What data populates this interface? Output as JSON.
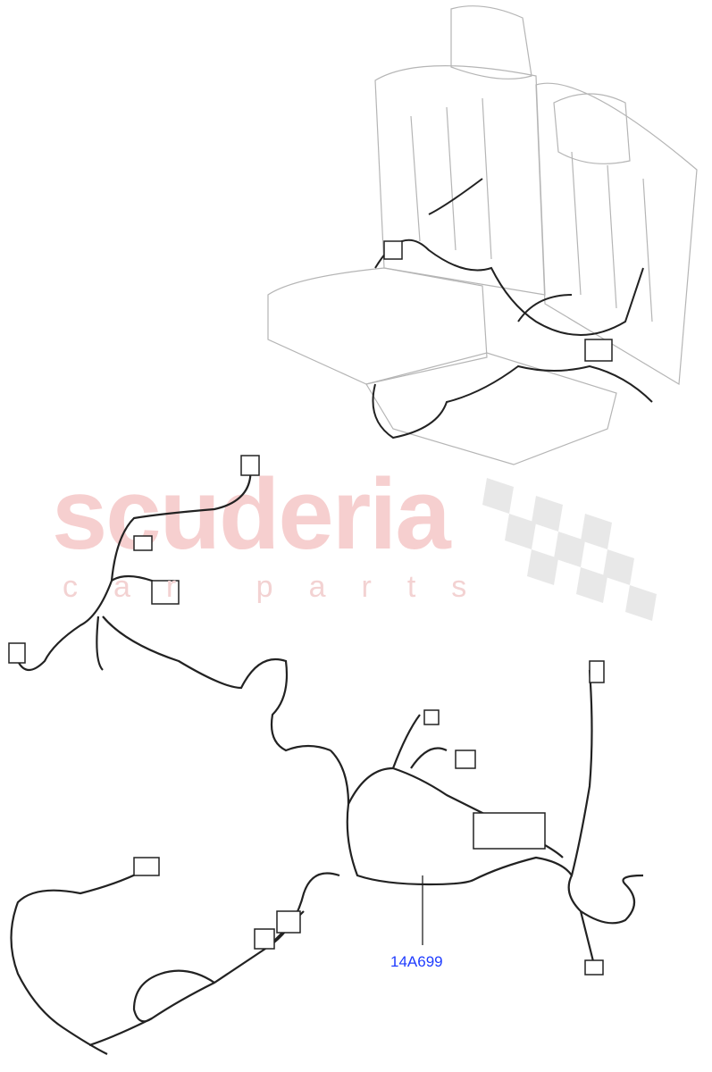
{
  "watermark": {
    "brand": "scuderia",
    "tagline": "car parts"
  },
  "callouts": [
    {
      "part_number": "14A699"
    }
  ],
  "colors": {
    "callout": "#1f3cff",
    "watermark": "#f6cfcf",
    "line": "#222222"
  }
}
